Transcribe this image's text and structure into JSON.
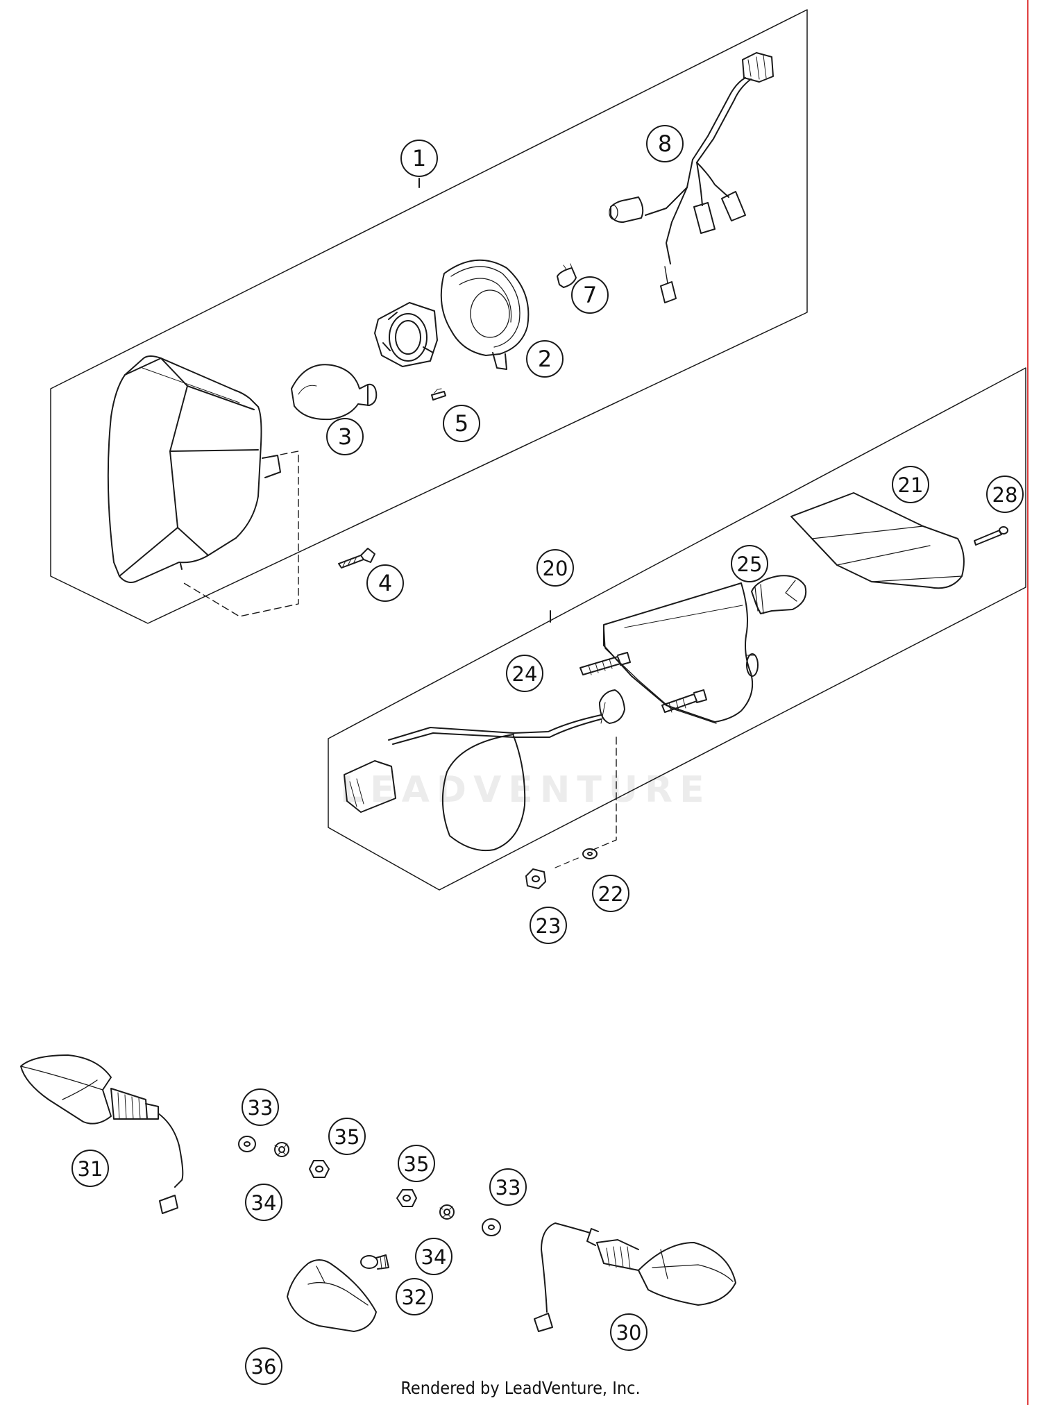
{
  "parts": [
    {
      "number": "1",
      "name": "headlight assembly"
    },
    {
      "number": "2",
      "name": "reflector"
    },
    {
      "number": "3",
      "name": "headlight bulb"
    },
    {
      "number": "4",
      "name": "screw"
    },
    {
      "number": "5",
      "name": "clip"
    },
    {
      "number": "7",
      "name": "parking light bulb"
    },
    {
      "number": "8",
      "name": "wiring harness"
    },
    {
      "number": "20",
      "name": "tail light assembly"
    },
    {
      "number": "21",
      "name": "tail light lens"
    },
    {
      "number": "22",
      "name": "washer"
    },
    {
      "number": "23",
      "name": "nut"
    },
    {
      "number": "24",
      "name": "tail light wiring"
    },
    {
      "number": "25",
      "name": "tail light bulb"
    },
    {
      "number": "28",
      "name": "lens screw"
    },
    {
      "number": "30",
      "name": "right turn signal"
    },
    {
      "number": "31",
      "name": "left turn signal"
    },
    {
      "number": "32",
      "name": "turn signal bulb"
    },
    {
      "number": "33",
      "name": "washer"
    },
    {
      "number": "34",
      "name": "lock washer"
    },
    {
      "number": "35",
      "name": "nut"
    },
    {
      "number": "36",
      "name": "turn signal lens"
    }
  ],
  "watermark": "LEADVENTURE",
  "footer": "Rendered by LeadVenture, Inc.",
  "colors": {
    "line": "#1a1a1a",
    "border_accent": "#e04040"
  }
}
